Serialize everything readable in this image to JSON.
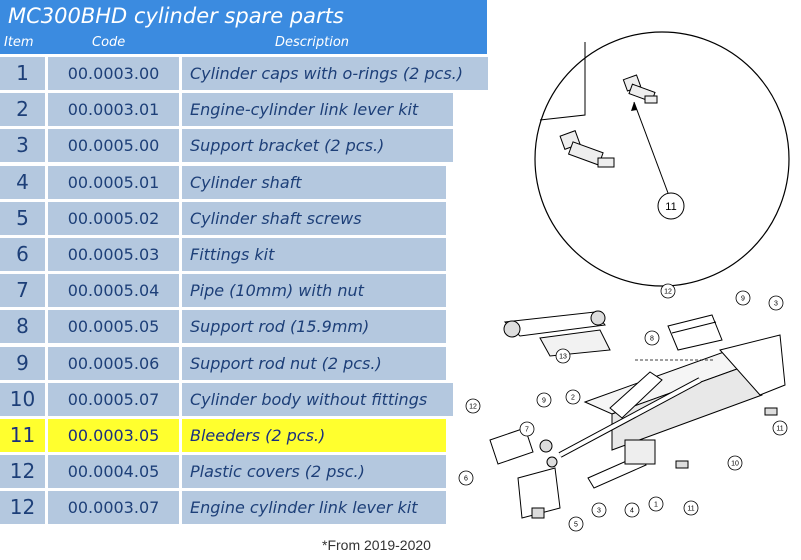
{
  "title": "MC300BHD cylinder spare parts",
  "columns": {
    "item": "Item",
    "code": "Code",
    "description": "Description"
  },
  "rows": [
    {
      "item": "1",
      "code": "00.0003.00",
      "description": "Cylinder caps with o-rings (2 pcs.)"
    },
    {
      "item": "2",
      "code": "00.0003.01",
      "description": "Engine-cylinder link lever kit"
    },
    {
      "item": "3",
      "code": "00.0005.00",
      "description": "Support bracket (2 pcs.)"
    },
    {
      "item": "4",
      "code": "00.0005.01",
      "description": "Cylinder shaft"
    },
    {
      "item": "5",
      "code": "00.0005.02",
      "description": "Cylinder shaft screws"
    },
    {
      "item": "6",
      "code": "00.0005.03",
      "description": "Fittings kit"
    },
    {
      "item": "7",
      "code": "00.0005.04",
      "description": "Pipe (10mm) with nut"
    },
    {
      "item": "8",
      "code": "00.0005.05",
      "description": "Support rod (15.9mm)"
    },
    {
      "item": "9",
      "code": "00.0005.06",
      "description": "Support rod nut (2 pcs.)"
    },
    {
      "item": "10",
      "code": "00.0005.07",
      "description": "Cylinder body without fittings"
    },
    {
      "item": "11",
      "code": "00.0003.05",
      "description": "Bleeders (2 pcs.)"
    },
    {
      "item": "12",
      "code": "00.0004.05",
      "description": "Plastic covers (2 psc.)"
    },
    {
      "item": "12",
      "code": "00.0003.07",
      "description": "Engine cylinder link lever kit"
    }
  ],
  "highlight_color": "#ffff2e",
  "footnote": "*From 2019-2020",
  "diagram": {
    "detail_callout": "11",
    "callouts": [
      "12",
      "9",
      "3",
      "8",
      "13",
      "2",
      "9",
      "12",
      "7",
      "4",
      "6",
      "10",
      "11",
      "1",
      "3",
      "5",
      "11"
    ]
  }
}
